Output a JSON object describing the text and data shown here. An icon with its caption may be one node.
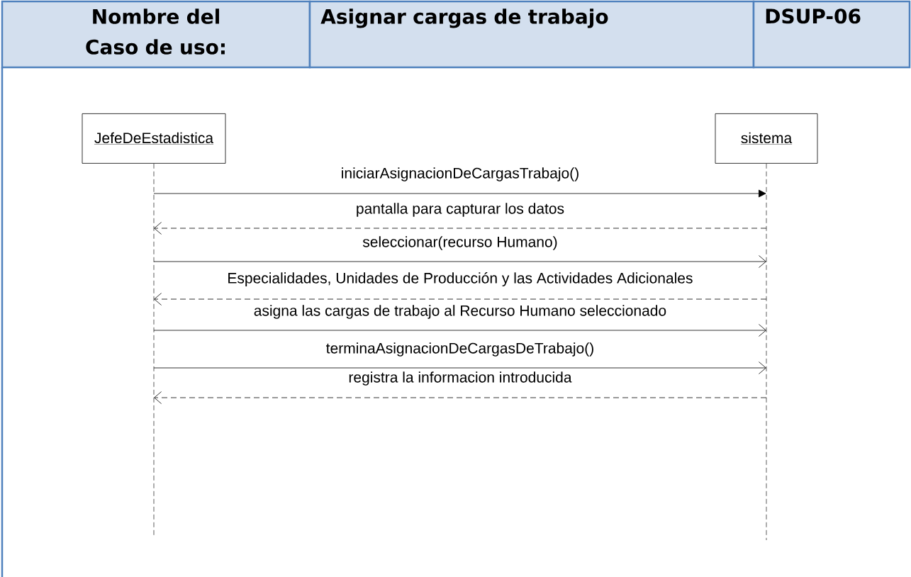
{
  "diagram": {
    "nodes": [
      {
        "text": [
          "JefeDeEstadistica"
        ]
      },
      {
        "text": [
          "sistema"
        ]
      }
    ],
    "edges": [
      {
        "from": 0,
        "to": 1,
        "arrow": "to",
        "label": "iniciarAsignacionDeCargasTrabajo()"
      },
      {
        "from": 1,
        "to": 0,
        "arrow": "to",
        "style": "dashed",
        "label": "pantalla para capturar los datos"
      },
      {
        "from": 0,
        "to": 1,
        "arrow": "to",
        "label": "seleccionar(recurso Humano)"
      },
      {
        "from": 1,
        "to": 0,
        "arrow": "to",
        "style": "dashed",
        "label": "Especialidades, Unidades de Producción y las Actividades Adicionales"
      },
      {
        "from": 0,
        "to": 1,
        "arrow": "to",
        "label": "asigna las cargas de trabajo al Recurso Humano seleccionado"
      },
      {
        "from": 0,
        "to": 1,
        "arrow": "to",
        "label": "terminaAsignacionDeCargasDeTrabajo()"
      },
      {
        "from": 1,
        "to": 0,
        "arrow": "to",
        "style": "dashed",
        "label": "registra la informacion introducida"
      }
    ],
    "labels": [
      "Nombre del Caso de uso:",
      "Asignar cargas de trabajo",
      "DSUP-06"
    ]
  }
}
